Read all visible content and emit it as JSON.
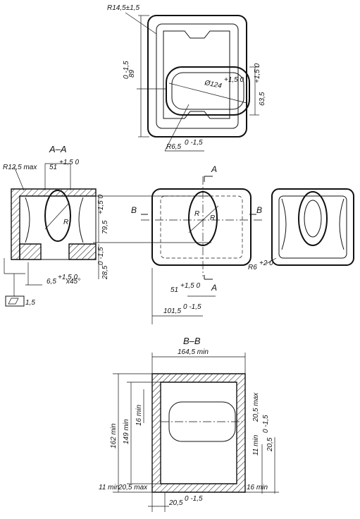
{
  "top_view": {
    "r_corner": "R14,5±1,5",
    "height": "89",
    "height_tol": "0 -1,5",
    "dia": "Ø124",
    "dia_tol": "+1,5 0",
    "width_inner": "63,5",
    "width_inner_tol": "+1,5 0",
    "r_small": "R6,5",
    "r_small_tol": "0 -1,5"
  },
  "section_aa": {
    "title": "A–A",
    "r_max": "R12,5 max",
    "dim_51": "51",
    "dim_51_tol": "+1,5 0",
    "dim_79": "79,5",
    "dim_79_tol": "+1,5 0",
    "r_label": "R",
    "chamfer": "6,5",
    "chamfer_tol": "+1,5 0",
    "chamfer_angle": "x45°",
    "dim_28": "28,5",
    "dim_28_tol": "0 -1,5",
    "flatness": "1,5"
  },
  "mid_view": {
    "cut_a": "A",
    "cut_b": "B",
    "r_label": "R",
    "dim_51": "51",
    "dim_51_tol": "+1,5 0",
    "dim_101": "101,5",
    "dim_101_tol": "0 -1,5",
    "r6": "R6",
    "r6_tol": "+2 0"
  },
  "section_bb": {
    "title": "B–B",
    "width": "164,5 min",
    "h162": "162 min",
    "h149": "149 min",
    "h16": "16 min",
    "r_11min": "11 min",
    "r_20_5max": "20,5 max",
    "r_20_5": "20,5",
    "r_20_5_tol": "0 -1,5",
    "b_11min": "11 min",
    "b_20_5max": "20,5 max",
    "b_16min": "16 min",
    "b_20_5": "20,5",
    "b_20_5_tol": "0 -1,5"
  }
}
